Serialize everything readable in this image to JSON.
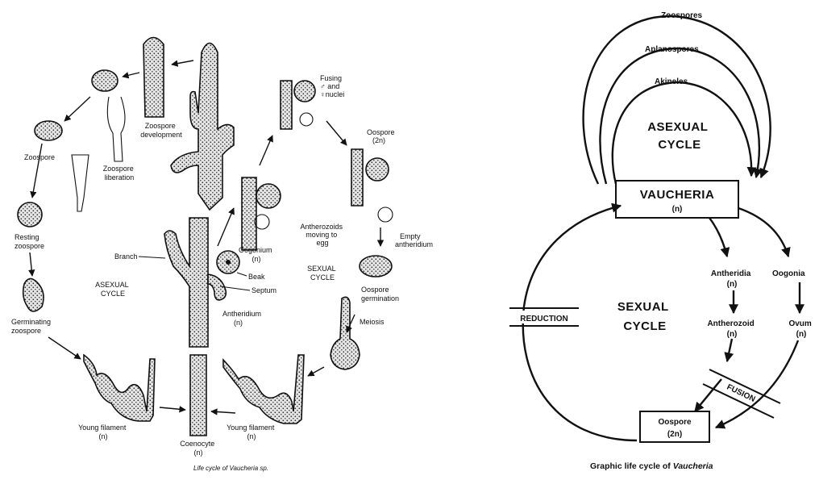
{
  "left_diagram": {
    "caption": "Life cycle of Vaucheria sp.",
    "labels": {
      "zoospore_development": [
        "Zoospore",
        "development"
      ],
      "zoospore": "Zoospore",
      "zoospore_liberation": [
        "Zoospore",
        "liberation"
      ],
      "resting_zoospore": [
        "Resting",
        "zoospore"
      ],
      "germinating_zoospore": [
        "Germinating",
        "zoospore"
      ],
      "young_filament_left": [
        "Young filament",
        "(n)"
      ],
      "coenocyte": [
        "Coenocyte",
        "(n)"
      ],
      "young_filament_right": [
        "Young filament",
        "(n)"
      ],
      "branch": "Branch",
      "asexual_cycle": [
        "ASEXUAL",
        "CYCLE"
      ],
      "oogonium": [
        "Oogonium",
        "(n)"
      ],
      "beak": "Beak",
      "septum": "Septum",
      "antheridium": [
        "Antheridium",
        "(n)"
      ],
      "sexual_cycle": [
        "SEXUAL",
        "CYCLE"
      ],
      "antherozoids": [
        "Antherozoids",
        "moving to",
        "egg"
      ],
      "fusing_nuclei": [
        "Fusing",
        "♂ and",
        "♀nuclei"
      ],
      "oospore_2n": [
        "Oospore",
        "(2n)"
      ],
      "empty_antheridium": [
        "Empty",
        "antheridium"
      ],
      "oospore_germination": [
        "Oospore",
        "germination"
      ],
      "meiosis": "Meiosis"
    }
  },
  "right_diagram": {
    "caption_prefix": "Graphic life cycle of ",
    "caption_italic": "Vaucheria",
    "center_box": {
      "title": "VAUCHERIA",
      "ploidy": "(n)"
    },
    "asexual_cycle": [
      "ASEXUAL",
      "CYCLE"
    ],
    "asexual_spores": [
      "Zoospores",
      "Aplanospores",
      "Akineles"
    ],
    "sexual_cycle": [
      "SEXUAL",
      "CYCLE"
    ],
    "antheridia": [
      "Antheridia",
      "(n)"
    ],
    "oogonia": "Oogonia",
    "antherozoid": [
      "Antherozoid",
      "(n)"
    ],
    "ovum": [
      "Ovum",
      "(n)"
    ],
    "fusion": "FUSION",
    "reduction": "REDUCTION",
    "oospore": {
      "title": "Oospore",
      "ploidy": "(2n)"
    }
  }
}
